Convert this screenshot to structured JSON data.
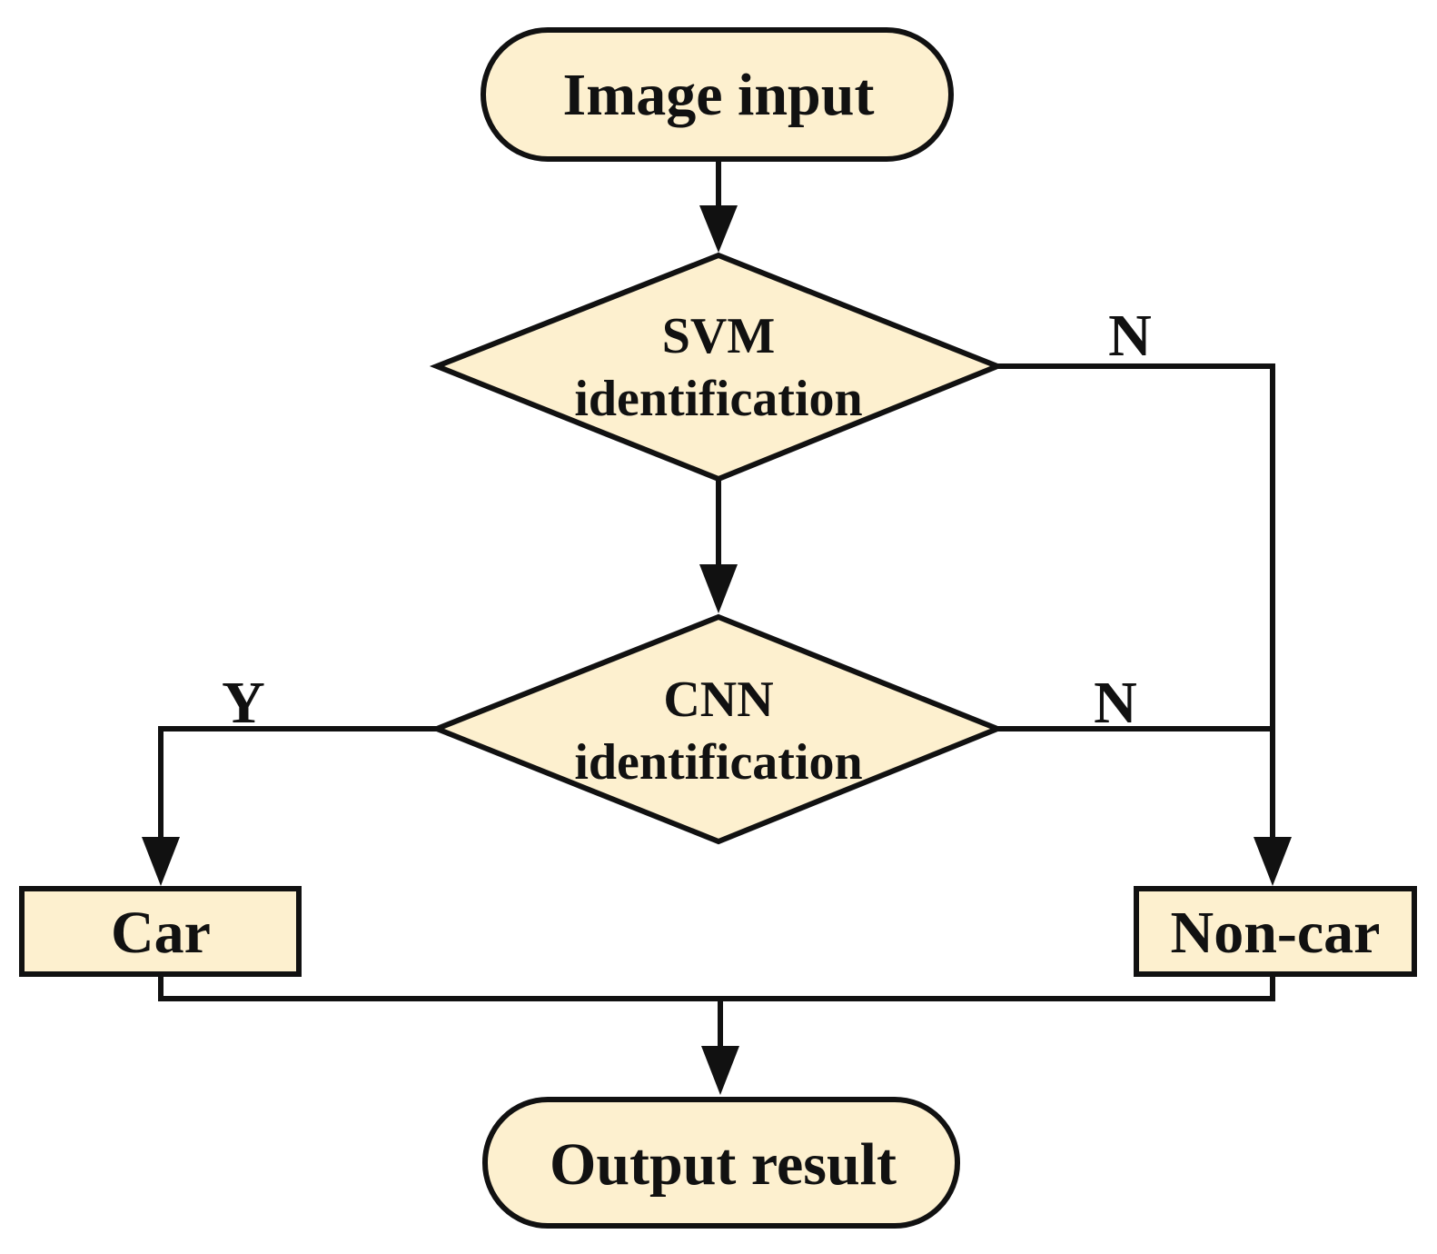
{
  "nodes": {
    "image_input": "Image input",
    "svm_line1": "SVM",
    "svm_line2": "identification",
    "cnn_line1": "CNN",
    "cnn_line2": "identification",
    "car": "Car",
    "non_car": "Non-car",
    "output_result": "Output result"
  },
  "edge_labels": {
    "svm_no": "N",
    "cnn_yes": "Y",
    "cnn_no": "N"
  },
  "colors": {
    "node_fill": "#fdf0cf",
    "stroke": "#111111"
  }
}
